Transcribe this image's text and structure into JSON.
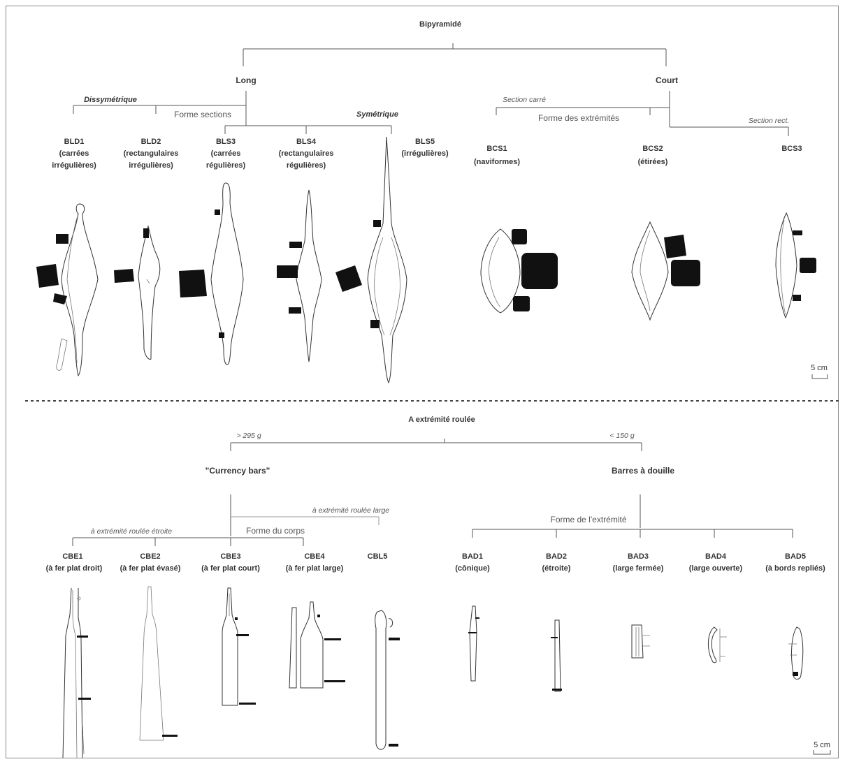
{
  "top": {
    "root": "Bipyramidé",
    "long": "Long",
    "court": "Court",
    "dissym": "Dissymétrique",
    "forme_sections": "Forme sections",
    "symetrique": "Symétrique",
    "section_carre": "Section carré",
    "forme_extremites": "Forme des extrémités",
    "section_rect": "Section rect.",
    "types": [
      {
        "code": "BLD1",
        "l1": "(carrées",
        "l2": "irrégulières)"
      },
      {
        "code": "BLD2",
        "l1": "(rectangulaires",
        "l2": "irrégulières)"
      },
      {
        "code": "BLS3",
        "l1": "(carrées",
        "l2": "régulières)"
      },
      {
        "code": "BLS4",
        "l1": "(rectangulaires",
        "l2": "régulières)"
      },
      {
        "code": "BLS5",
        "l1": "(irrégulières)",
        "l2": ""
      },
      {
        "code": "BCS1",
        "l1": "(naviformes)",
        "l2": ""
      },
      {
        "code": "BCS2",
        "l1": "(étirées)",
        "l2": ""
      },
      {
        "code": "BCS3",
        "l1": "",
        "l2": ""
      }
    ],
    "scale": "5 cm"
  },
  "bottom": {
    "root": "A extrémité roulée",
    "gt": "> 295 g",
    "lt": "< 150 g",
    "currency": "\"Currency bars\"",
    "barres": "Barres à douille",
    "roulee_etroite": "à extrémité roulée étroite",
    "roulee_large": "à extrémité roulée large",
    "forme_corps": "Forme du corps",
    "forme_extremite": "Forme de l'extrémité",
    "types": [
      {
        "code": "CBE1",
        "l1": "(à fer plat  droit)"
      },
      {
        "code": "CBE2",
        "l1": "(à fer plat évasé)"
      },
      {
        "code": "CBE3",
        "l1": "(à fer plat court)"
      },
      {
        "code": "CBE4",
        "l1": "(à fer plat large)"
      },
      {
        "code": "CBL5",
        "l1": ""
      },
      {
        "code": "BAD1",
        "l1": "(cônique)"
      },
      {
        "code": "BAD2",
        "l1": "(étroite)"
      },
      {
        "code": "BAD3",
        "l1": "(large fermée)"
      },
      {
        "code": "BAD4",
        "l1": "(large ouverte)"
      },
      {
        "code": "BAD5",
        "l1": "(à bords repliés)"
      }
    ],
    "scale": "5 cm"
  }
}
